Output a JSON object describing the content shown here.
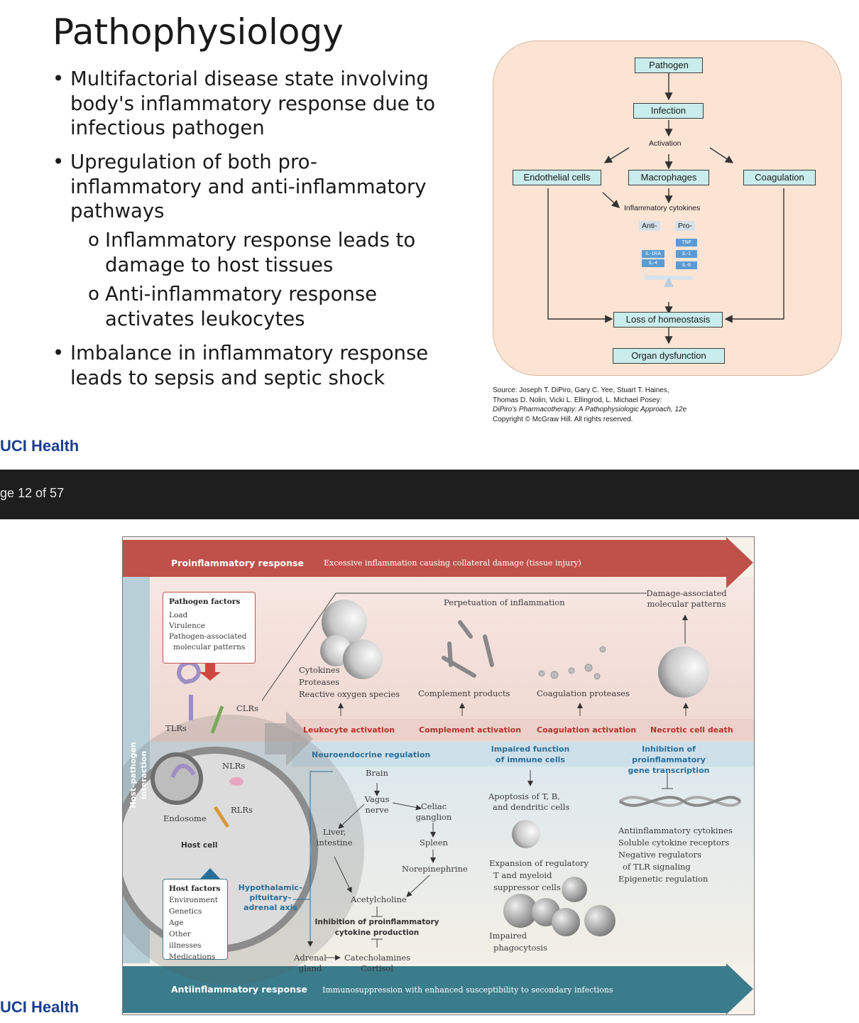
{
  "slide1": {
    "title": "Pathophysiology",
    "bullets": [
      {
        "lines": [
          "Multifactorial disease state involving",
          "body's inflammatory response due to",
          "infectious pathogen"
        ]
      },
      {
        "lines": [
          "Upregulation of both pro-",
          "inflammatory and anti-inflammatory",
          "pathways"
        ]
      },
      {
        "lines": [
          "Inflammatory response leads to",
          "damage to host tissues"
        ],
        "level": 2
      },
      {
        "lines": [
          "Anti-inflammatory response",
          "activates leukocytes"
        ],
        "level": 2
      },
      {
        "lines": [
          "Imbalance in inflammatory response",
          "leads to sepsis and septic shock"
        ]
      }
    ],
    "bullet_symbol": "•",
    "sub_symbol": "o",
    "logo": "UCI Health",
    "flowchart": {
      "pathogen": "Pathogen",
      "infection": "Infection",
      "activation": "Activation",
      "endothelial": "Endothelial cells",
      "macrophages": "Macrophages",
      "coagulation": "Coagulation",
      "cytokines": "Inflammatory cytokines",
      "anti": "Anti-",
      "pro": "Pro-",
      "tnf": "TNF",
      "il1ra": "IL-1RA",
      "il1": "IL-1",
      "il4": "IL-4",
      "il6": "IL-6",
      "loss": "Loss of homeostasis",
      "organ": "Organ dysfunction",
      "panel_color": "#fbe4d3",
      "box_color": "#c9ecec"
    },
    "source": [
      "Source: Joseph T. DiPiro, Gary C. Yee, Stuart T. Haines,",
      "Thomas D. Nolin, Vicki L. Ellingrod, L. Michael Posey:",
      "DiPiro's Pharmacotherapy: A Pathophysiologic Approach, 12e",
      "Copyright © McGraw Hill. All rights reserved."
    ]
  },
  "page_indicator": "ge 12 of 57",
  "slide2": {
    "logo": "UCI Health",
    "pro_label": "Proinflammatory response",
    "pro_desc": "Excessive inflammation causing collateral damage (tissue injury)",
    "anti_label": "Antiinflammatory response",
    "anti_desc": "Immunosuppression with enhanced susceptibility to secondary infections",
    "host_interaction": "Host–pathogen interaction",
    "pathogen_factors": {
      "title": "Pathogen factors",
      "items": [
        "Load",
        "Virulence",
        "Pathogen-associated",
        "molecular patterns"
      ]
    },
    "host_factors": {
      "title": "Host factors",
      "items": [
        "Environment",
        "Genetics",
        "Age",
        "Other illnesses",
        "Medications"
      ]
    },
    "receptors": {
      "tlrs": "TLRs",
      "clrs": "CLRs",
      "nlrs": "NLRs",
      "rlrs": "RLRs",
      "endosome": "Endosome",
      "host_cell": "Host cell"
    },
    "hpa": [
      "Hypothalamic–",
      "pituitary–",
      "adrenal axis"
    ],
    "perpetuation": "Perpetuation of inflammation",
    "damp": [
      "Damage-associated",
      "molecular patterns"
    ],
    "products": {
      "cytokines": [
        "Cytokines",
        "Proteases",
        "Reactive oxygen species"
      ],
      "complement": "Complement products",
      "coag": "Coagulation proteases"
    },
    "activations": [
      "Leukocyte activation",
      "Complement activation",
      "Coagulation activation",
      "Necrotic cell death"
    ],
    "neuro": "Neuroendocrine regulation",
    "impaired": [
      "Impaired function",
      "of immune cells"
    ],
    "inhibition": [
      "Inhibition of proinflammatory",
      "gene transcription"
    ],
    "neuro_nodes": {
      "brain": "Brain",
      "vagus": [
        "Vagus",
        "nerve"
      ],
      "celiac": [
        "Celiac",
        "ganglion"
      ],
      "liver": [
        "Liver,",
        "intestine"
      ],
      "spleen": "Spleen",
      "norepinephrine": "Norepinephrine",
      "acetylcholine": "Acetylcholine",
      "inhib_prod": [
        "Inhibition of proinflammatory",
        "cytokine production"
      ],
      "adrenal": [
        "Adrenal",
        "gland"
      ],
      "catechol": [
        "Catecholamines",
        "Cortisol"
      ]
    },
    "apoptosis": [
      "Apoptosis of T, B,",
      "and dendritic cells"
    ],
    "expansion": [
      "Expansion of regulatory",
      "T and myeloid",
      "suppressor cells"
    ],
    "phago": [
      "Impaired",
      "phagocytosis"
    ],
    "anti_list": [
      "Antiinflammatory cytokines",
      "Soluble cytokine receptors",
      "Negative regulators",
      "of TLR signaling",
      "Epigenetic regulation"
    ],
    "pro_color": "#c0504a",
    "anti_color": "#3b7c8c"
  }
}
